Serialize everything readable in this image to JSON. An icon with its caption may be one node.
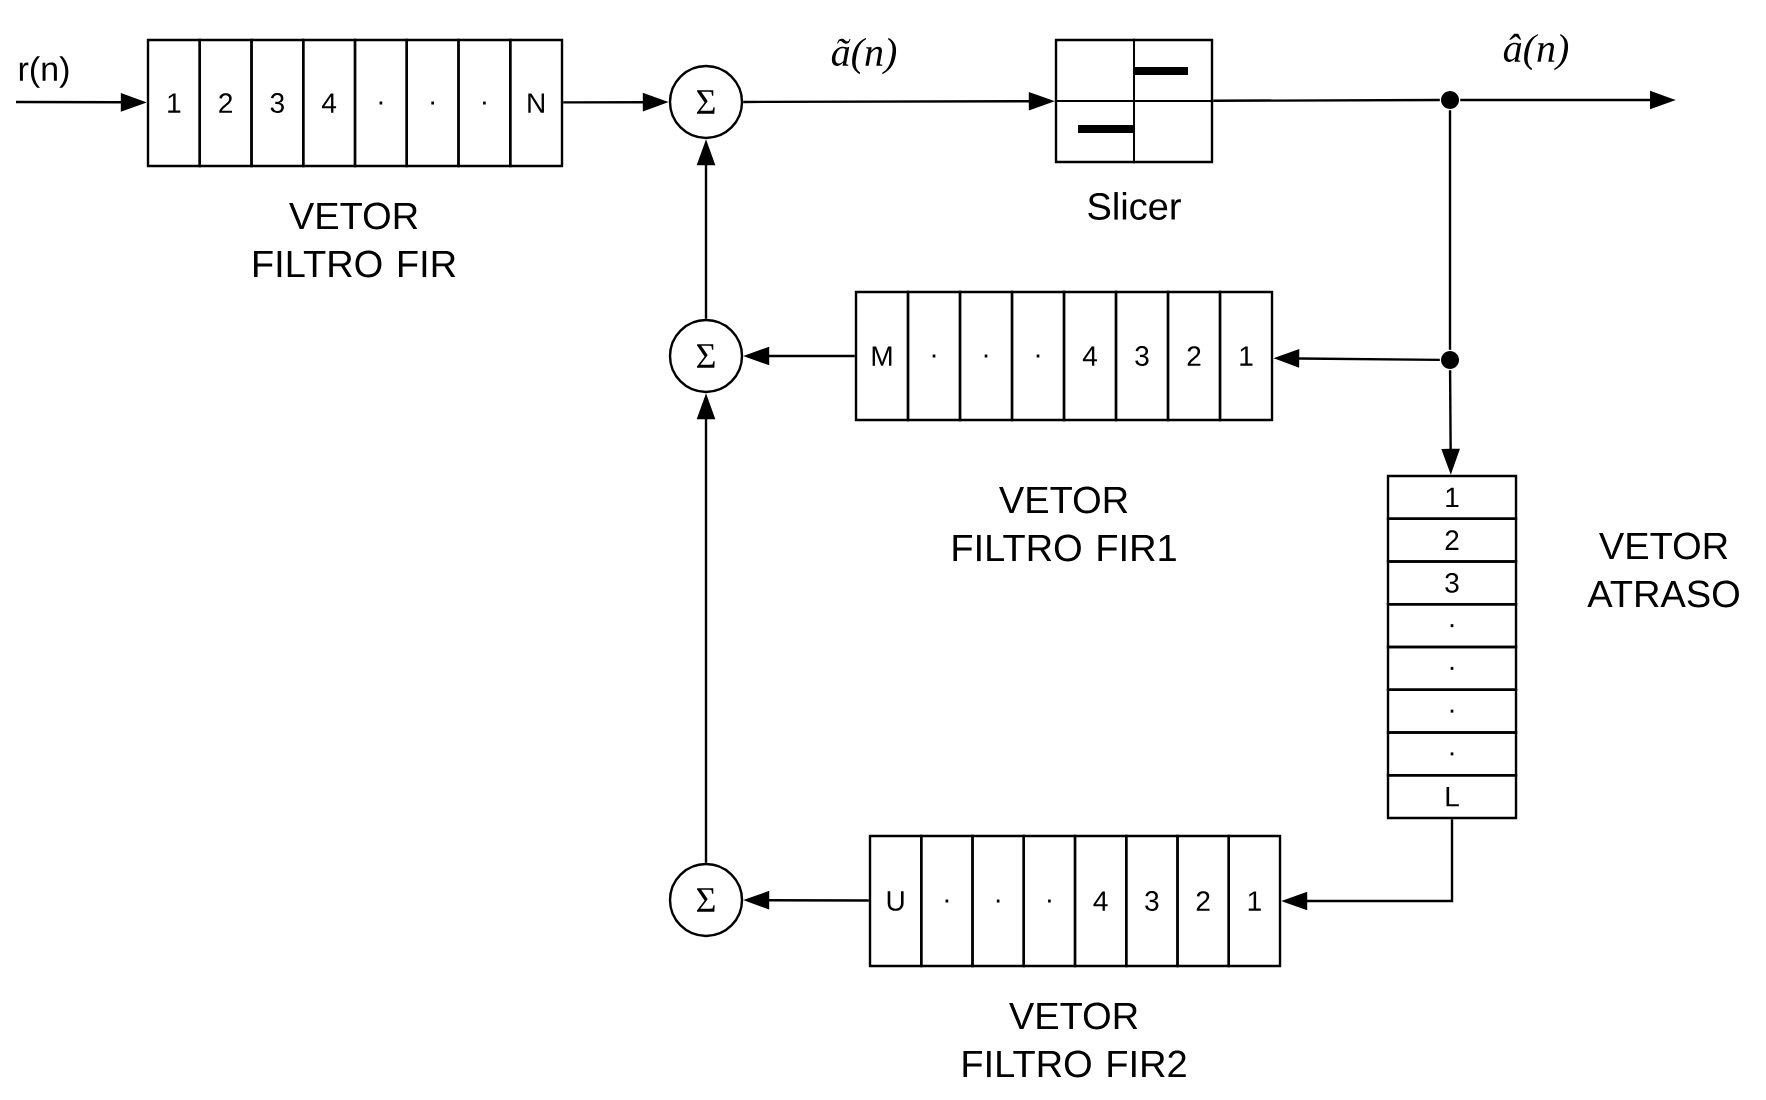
{
  "diagram": {
    "nodes": [
      {
        "text": [
          "1",
          "2",
          "3",
          "4",
          ".",
          ".",
          ".",
          "N"
        ],
        "beside": [
          "VETOR FILTRO FIR"
        ]
      },
      {
        "text": [
          "Σ"
        ]
      },
      {
        "text": [],
        "shape": "box",
        "beside": [
          "Slicer"
        ]
      },
      {
        "text": [],
        "shape": "circle"
      },
      {
        "text": [],
        "shape": "circle"
      },
      {
        "text": [
          "Σ"
        ]
      },
      {
        "text": [
          "M",
          ".",
          ".",
          ".",
          "4",
          "3",
          "2",
          "1"
        ],
        "beside": [
          "VETOR FILTRO FIR1"
        ]
      },
      {
        "text": [
          "1",
          "2",
          "3",
          ".",
          ".",
          ".",
          ".",
          "L"
        ],
        "beside": [
          "VETOR ATRASO"
        ]
      },
      {
        "text": [
          "Σ"
        ]
      },
      {
        "text": [
          "U",
          ".",
          ".",
          ".",
          "4",
          "3",
          "2",
          "1"
        ],
        "beside": [
          "VETOR FILTRO FIR2"
        ]
      }
    ],
    "edges": [
      {
        "from": null,
        "to": 0,
        "arrow": "to",
        "label": "r(n)"
      },
      {
        "from": 0,
        "to": 1,
        "arrow": "to"
      },
      {
        "from": 1,
        "to": 2,
        "arrow": "to",
        "label": "ã(n)"
      },
      {
        "from": 2,
        "to": 3,
        "arrow": "none"
      },
      {
        "from": 3,
        "to": null,
        "arrow": "to",
        "label": "â(n)"
      },
      {
        "from": 3,
        "to": 4,
        "arrow": "none"
      },
      {
        "from": 4,
        "to": 6,
        "arrow": "to"
      },
      {
        "from": 4,
        "to": 7,
        "arrow": "to"
      },
      {
        "from": 6,
        "to": 5,
        "arrow": "to"
      },
      {
        "from": 5,
        "to": 1,
        "arrow": "to"
      },
      {
        "from": 7,
        "to": 9,
        "arrow": "to"
      },
      {
        "from": 9,
        "to": 8,
        "arrow": "to"
      },
      {
        "from": 8,
        "to": 5,
        "arrow": "to"
      }
    ]
  }
}
